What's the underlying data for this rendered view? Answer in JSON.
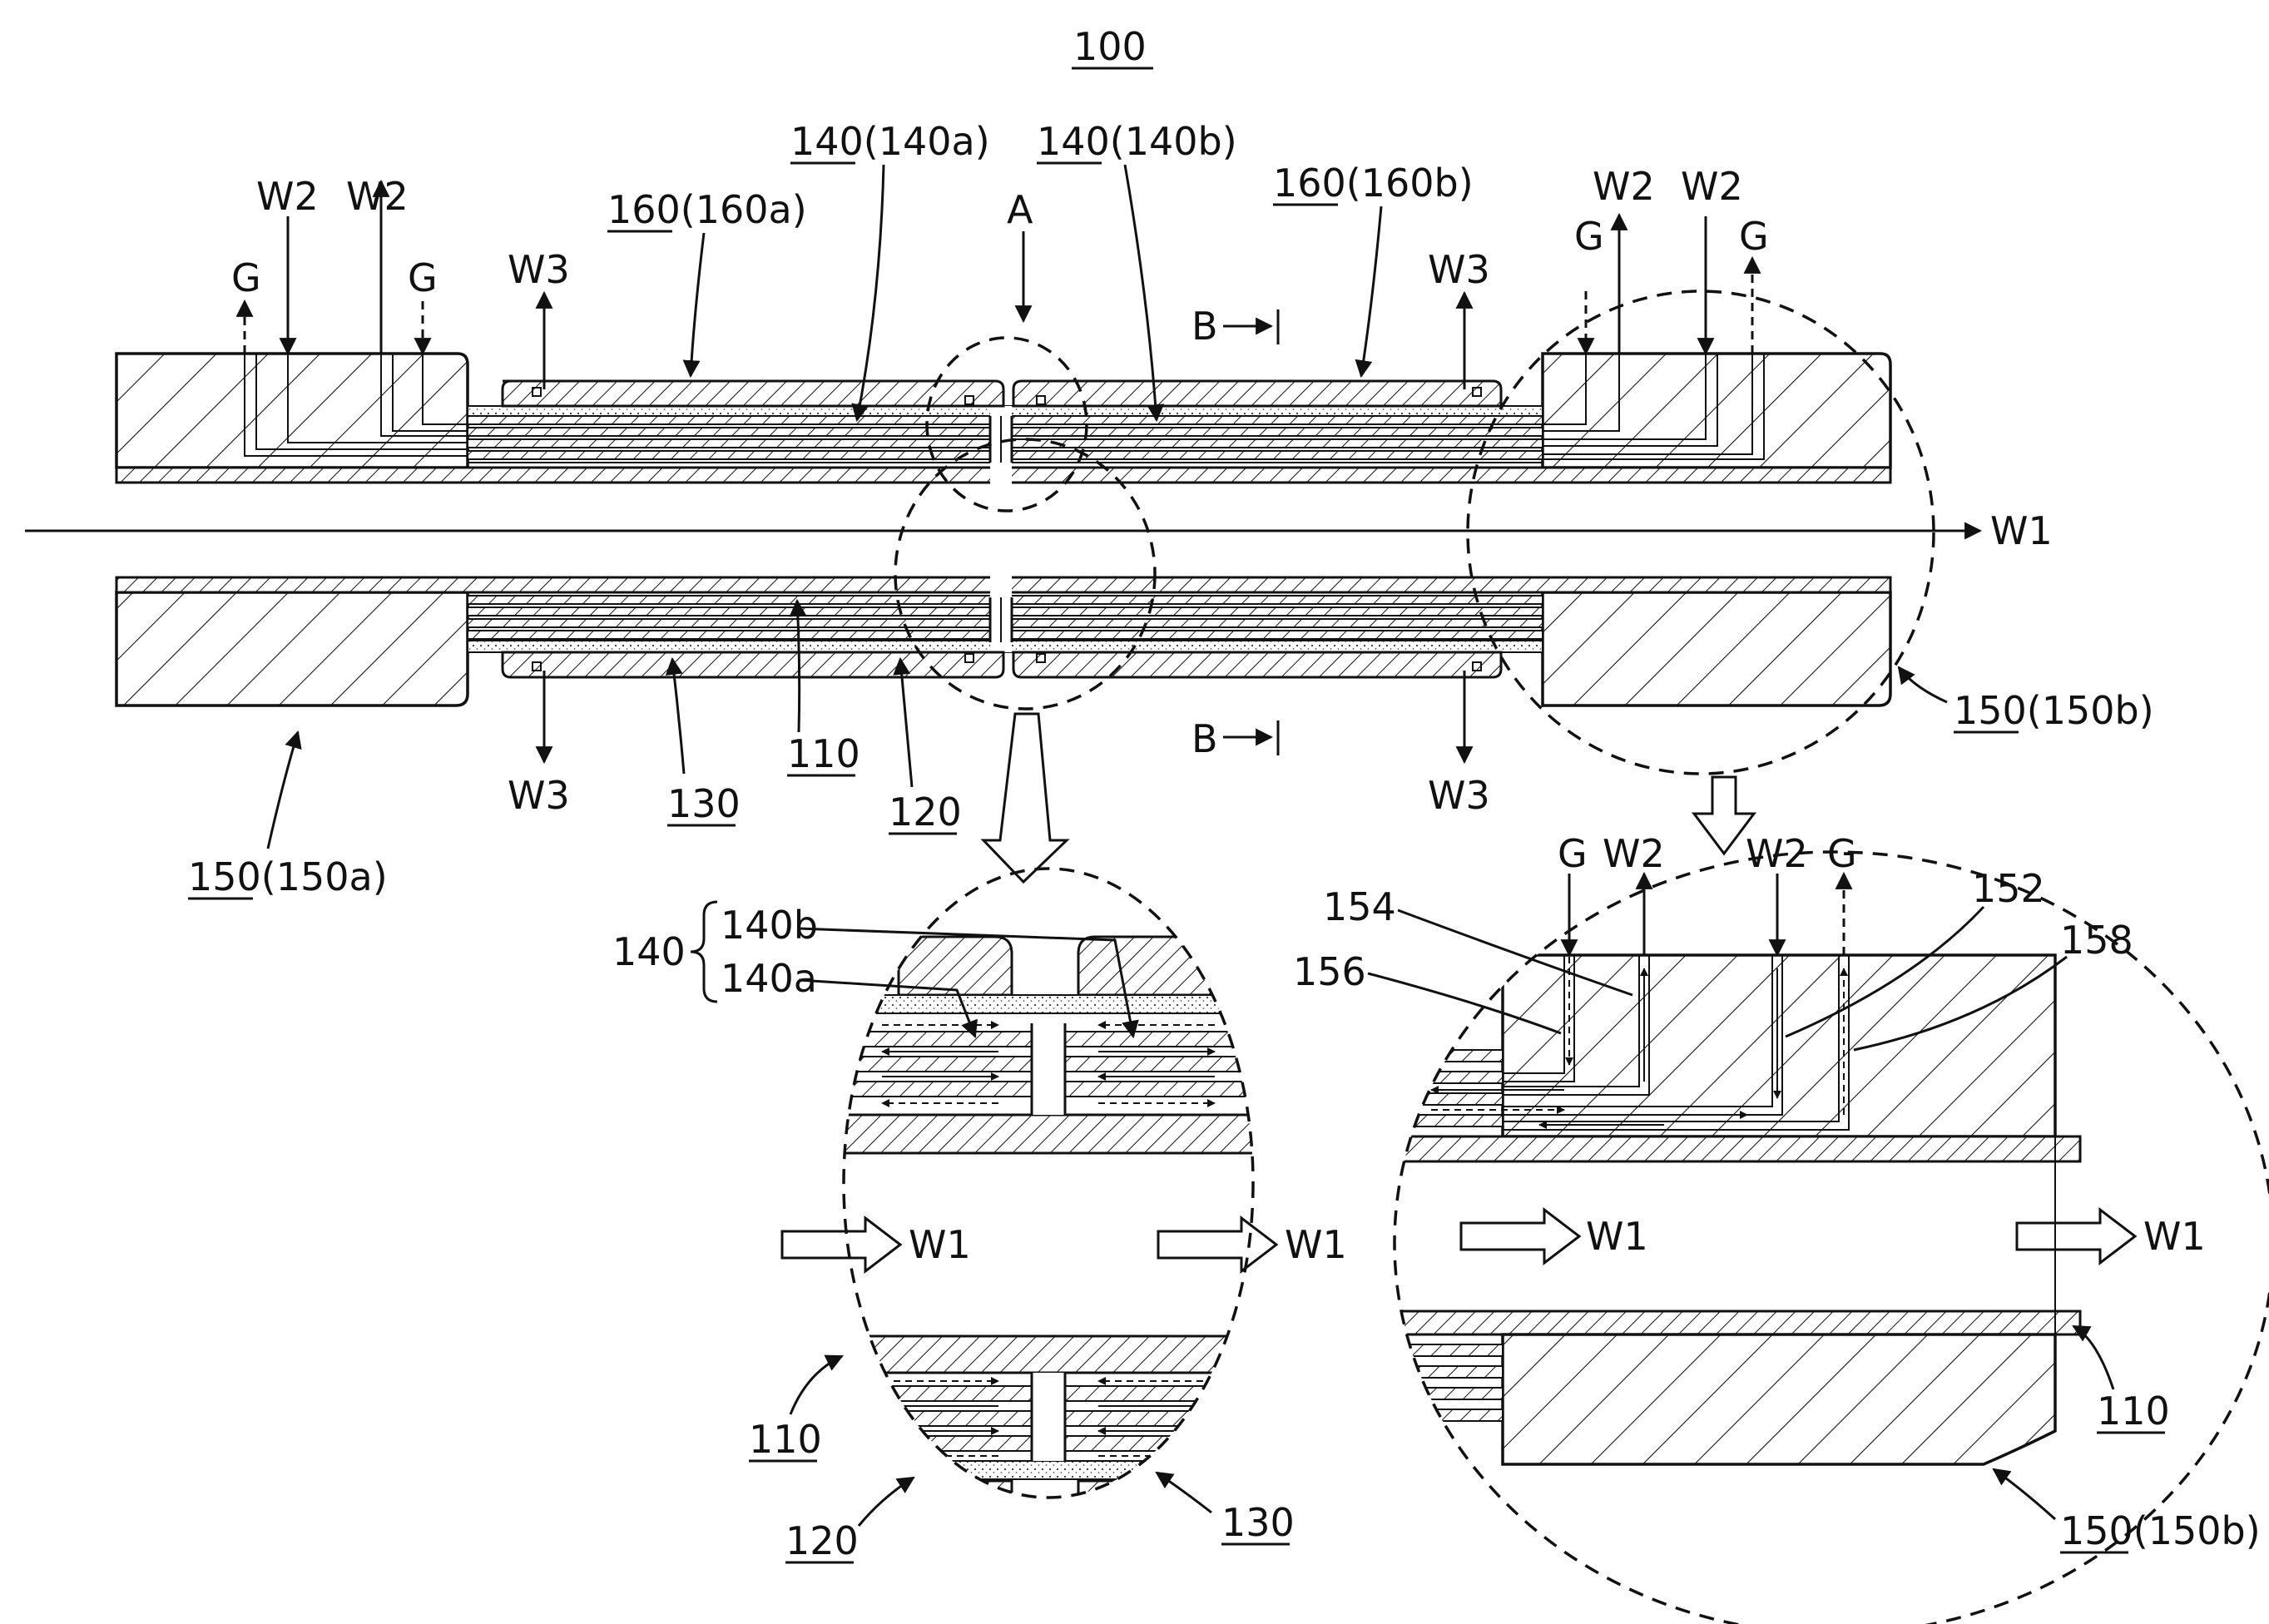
{
  "figure": {
    "number": "100",
    "labels": {
      "l_140a": "140(140a)",
      "l_140b": "140(140b)",
      "l_160a": "160(160a)",
      "l_160b": "160(160b)",
      "l_A": "A",
      "l_B_top": "B",
      "l_B_bot": "B",
      "l_W2_1": "W2",
      "l_W2_2": "W2",
      "l_W2_3": "W2",
      "l_W2_4": "W2",
      "l_G_1": "G",
      "l_G_2": "G",
      "l_G_3": "G",
      "l_G_4": "G",
      "l_W3_1": "W3",
      "l_W3_2": "W3",
      "l_W3_3": "W3",
      "l_W3_4": "W3",
      "l_W1_main": "W1",
      "l_150b_main": "150(150b)",
      "l_150a": "150(150a)",
      "l_110_main": "110",
      "l_120_main": "120",
      "l_130_main": "130",
      "l_140_det": "140",
      "l_140b_det": "140b",
      "l_140a_det": "140a",
      "l_W1_d1a": "W1",
      "l_W1_d1b": "W1",
      "l_110_d1": "110",
      "l_120_d1": "120",
      "l_130_d1": "130",
      "l_G_d2a": "G",
      "l_W2_d2a": "W2",
      "l_W2_d2b": "W2",
      "l_G_d2b": "G",
      "l_154": "154",
      "l_152": "152",
      "l_158": "158",
      "l_156": "156",
      "l_W1_d2a": "W1",
      "l_W1_d2b": "W1",
      "l_110_d2": "110",
      "l_150b_d2": "150(150b)"
    }
  }
}
